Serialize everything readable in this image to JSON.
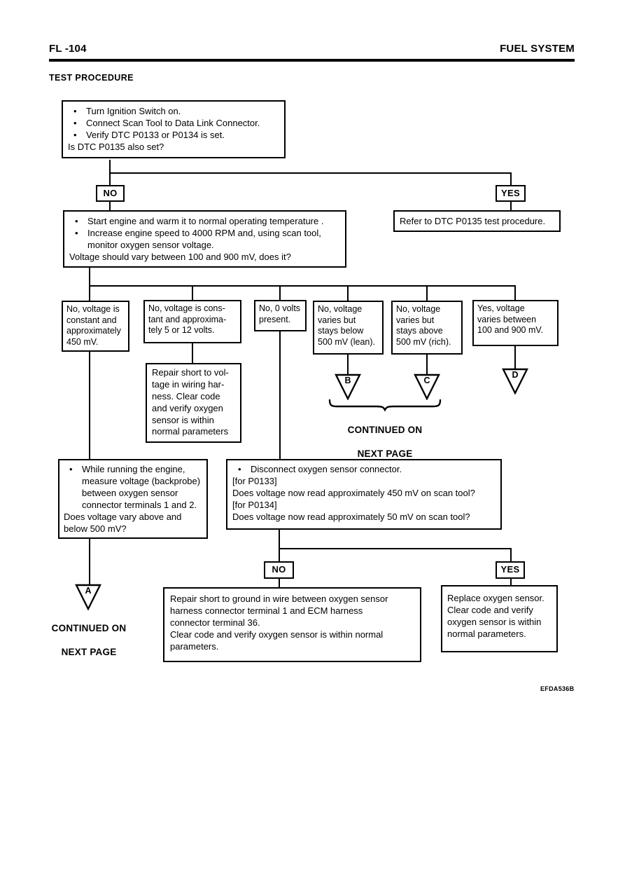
{
  "ui": {
    "bullet": "•"
  },
  "header": {
    "page_code": "FL -104",
    "section": "FUEL SYSTEM",
    "title": "TEST PROCEDURE",
    "figure_code": "EFDA536B"
  },
  "decisions": {
    "no1": "NO",
    "yes1": "YES",
    "no2": "NO",
    "yes2": "YES"
  },
  "connectors": {
    "a": "A",
    "b": "B",
    "c": "C",
    "d": "D"
  },
  "continued": {
    "line1": "CONTINUED ON",
    "line2": "NEXT PAGE"
  },
  "boxes": {
    "start": {
      "items": [
        {
          "bullet": true,
          "text": "Turn Ignition Switch on."
        },
        {
          "bullet": true,
          "text": "Connect Scan Tool to Data Link Connector."
        },
        {
          "bullet": true,
          "text": "Verify DTC P0133 or P0134 is set."
        },
        {
          "bullet": false,
          "text": "Is DTC P0135 also set?"
        }
      ]
    },
    "refer": {
      "text": "Refer to DTC P0135 test procedure."
    },
    "warm": {
      "items": [
        {
          "bullet": true,
          "text": "Start engine and warm it to normal operating temperature ."
        },
        {
          "bullet": true,
          "text": "Increase engine speed to 4000 RPM and, using scan tool,\nmonitor oxygen sensor voltage."
        },
        {
          "bullet": false,
          "text": "Voltage should vary between 100 and 900 mV, does it?"
        }
      ]
    },
    "r1": {
      "text": "No, voltage is\nconstant and\napproximately\n450 mV."
    },
    "r2": {
      "text": "No, voltage is cons-\ntant and approxima-\ntely 5 or 12 volts."
    },
    "r3": {
      "text": "No, 0 volts\npresent."
    },
    "r4": {
      "text": "No, voltage\nvaries but\nstays below\n500 mV (lean)."
    },
    "r5": {
      "text": "No, voltage\nvaries but\nstays above\n500 mV (rich)."
    },
    "r6": {
      "text": "Yes, voltage\nvaries between\n100 and 900 mV."
    },
    "repair_voltage": {
      "text": "Repair short to vol-\ntage in wiring har-\nness. Clear code\nand verify oxygen\nsensor is within\nnormal parameters"
    },
    "backprobe": {
      "items": [
        {
          "bullet": true,
          "text": "While running the engine,\nmeasure voltage (backprobe)\nbetween oxygen sensor\nconnector terminals 1 and 2."
        },
        {
          "bullet": false,
          "text": "Does voltage vary above and\nbelow 500 mV?"
        }
      ]
    },
    "disconnect": {
      "items": [
        {
          "bullet": true,
          "text": "Disconnect oxygen sensor connector."
        },
        {
          "bullet": false,
          "text": "[for P0133]"
        },
        {
          "bullet": false,
          "text": "Does voltage now read approximately 450 mV on scan tool?"
        },
        {
          "bullet": false,
          "text": "[for P0134]"
        },
        {
          "bullet": false,
          "text": "Does voltage now read approximately 50 mV on scan tool?"
        }
      ]
    },
    "repair_ground": {
      "text": "Repair short to ground in wire between oxygen sensor\nharness connector terminal 1 and ECM harness\nconnector terminal 36.\nClear code and verify oxygen sensor is within normal\nparameters."
    },
    "replace": {
      "text": "Replace oxygen sensor.\nClear code and verify\noxygen sensor is within\nnormal parameters."
    }
  }
}
